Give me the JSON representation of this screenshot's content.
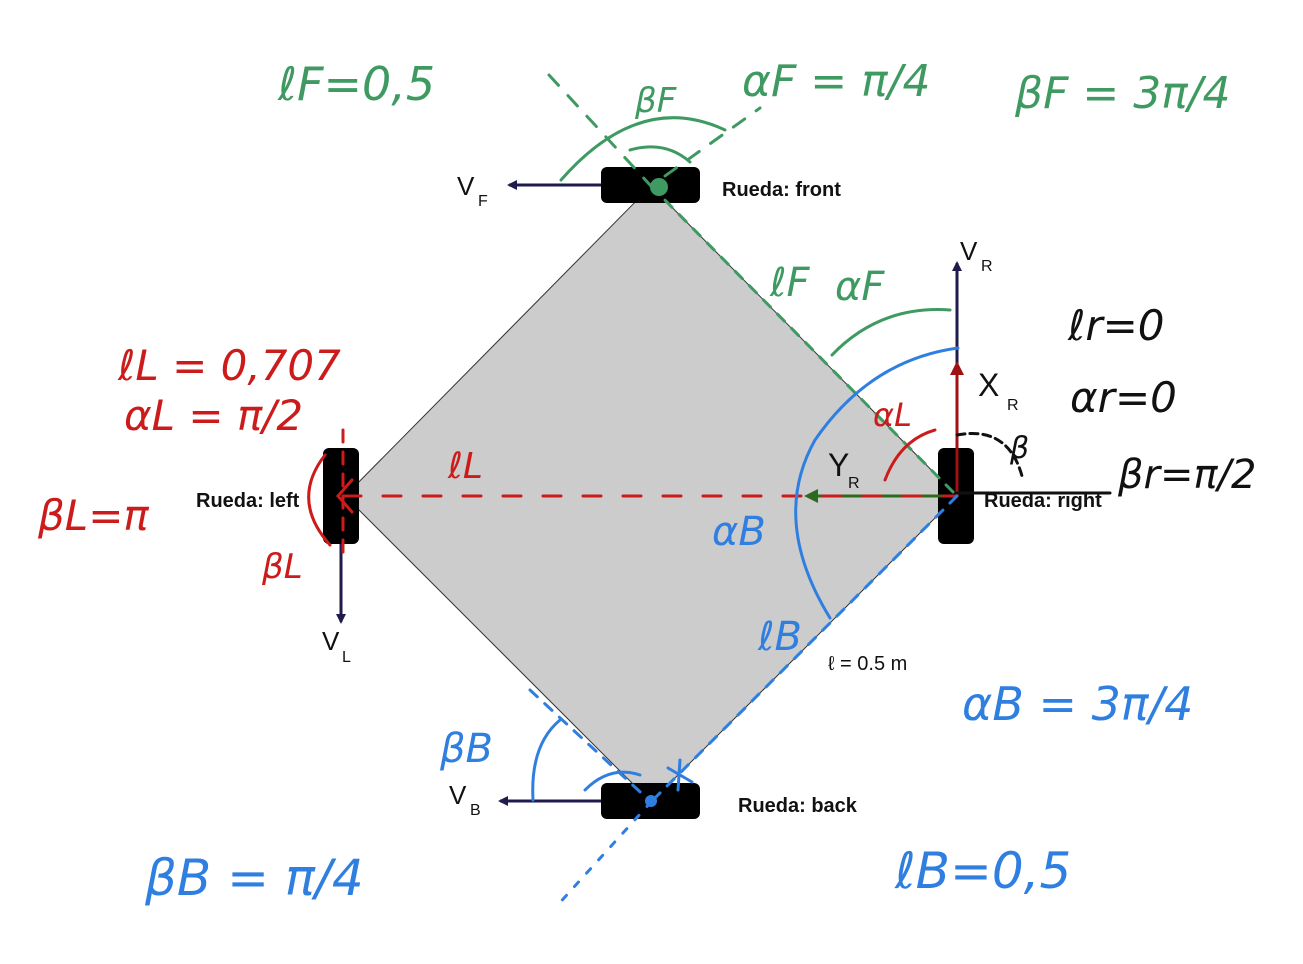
{
  "wheels": {
    "front": "Rueda: front",
    "left": "Rueda: left",
    "right": "Rueda: right",
    "back": "Rueda: back"
  },
  "vectors": {
    "vf": {
      "letter": "V",
      "sub": "F"
    },
    "vr": {
      "letter": "V",
      "sub": "R"
    },
    "vl": {
      "letter": "V",
      "sub": "L"
    },
    "vb": {
      "letter": "V",
      "sub": "B"
    },
    "xr": {
      "letter": "X",
      "sub": "R"
    },
    "yr": {
      "letter": "Y",
      "sub": "R"
    }
  },
  "length_label": "ℓ = 0.5 m",
  "annotations": {
    "green": {
      "l_f": "ℓF=0,5",
      "alpha_f": "αF = π/4",
      "beta_f": "βF = 3π/4",
      "beta_f_arc": "βF",
      "l_f_mid": "ℓF",
      "alpha_f_mid": "αF"
    },
    "red": {
      "l_l": "ℓL = 0,707",
      "alpha_l": "αL = π/2",
      "beta_l": "βL=π",
      "l_l_line": "ℓL",
      "alpha_l_arc": "αL",
      "beta_l_arc": "βL"
    },
    "black": {
      "l_r": "ℓr=0",
      "alpha_r": "αr=0",
      "beta_r": "βr=π/2",
      "beta_arc": "β"
    },
    "blue": {
      "alpha_b": "αB = 3π/4",
      "l_b": "ℓB=0,5",
      "beta_b": "βB = π/4",
      "alpha_b_arc": "αB",
      "l_b_mid": "ℓB",
      "beta_b_arc": "βB"
    }
  },
  "colors": {
    "body": "#cccccc",
    "wheel": "#000000",
    "velocity": "#1f1b4d",
    "x_axis": "#a01212",
    "y_axis": "#2d6a1f",
    "green": "#3f9a62",
    "red": "#cc1b1b",
    "blue": "#2f7fe0"
  }
}
